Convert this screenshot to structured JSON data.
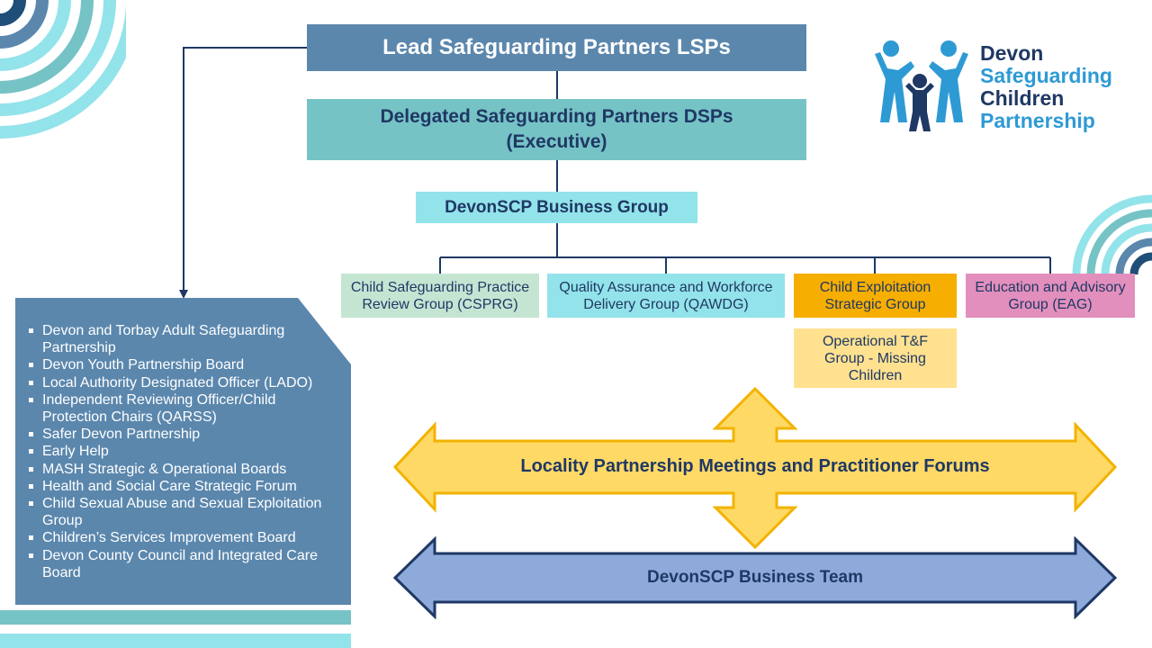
{
  "diagram": {
    "lsp": "Lead Safeguarding Partners LSPs",
    "dsp_line1": "Delegated Safeguarding Partners DSPs",
    "dsp_line2": "(Executive)",
    "business_group": "DevonSCP Business Group",
    "subgroups": {
      "csprg": "Child Safeguarding Practice Review Group (CSPRG)",
      "qawdg": "Quality Assurance and Workforce Delivery Group (QAWDG)",
      "ceg": "Child Exploitation Strategic Group",
      "eag": "Education and Advisory Group (EAG)",
      "optf": "Operational T&F Group - Missing Children"
    },
    "locality_arrow": "Locality Partnership Meetings and Practitioner Forums",
    "business_team_arrow": "DevonSCP Business Team"
  },
  "partnership_list": [
    "Devon and Torbay Adult Safeguarding Partnership",
    "Devon Youth Partnership Board",
    "Local Authority Designated Officer (LADO)",
    "Independent Reviewing Officer/Child Protection Chairs (QARSS)",
    "Safer Devon Partnership",
    "Early Help",
    "MASH Strategic & Operational Boards",
    "Health and Social Care Strategic Forum",
    "Child Sexual Abuse and Sexual Exploitation Group",
    "Children’s Services Improvement Board",
    "Devon County Council and Integrated Care Board"
  ],
  "logo": {
    "line1": "Devon",
    "line2": "Safeguarding",
    "line3": "Children",
    "line4": "Partnership",
    "colors": {
      "dark": "#1f3864",
      "light": "#2e9ad4"
    }
  },
  "colors": {
    "lsp": "#5b87ad",
    "dsp": "#76c3c6",
    "business_group": "#93e3ea",
    "csprg": "#c5e5d3",
    "ceg": "#f6ae00",
    "optf": "#ffe190",
    "eag": "#e28fbd",
    "text_dark": "#1f3864",
    "arrow_yellow": "#ffd966",
    "arrow_blue": "#8eaadb"
  }
}
